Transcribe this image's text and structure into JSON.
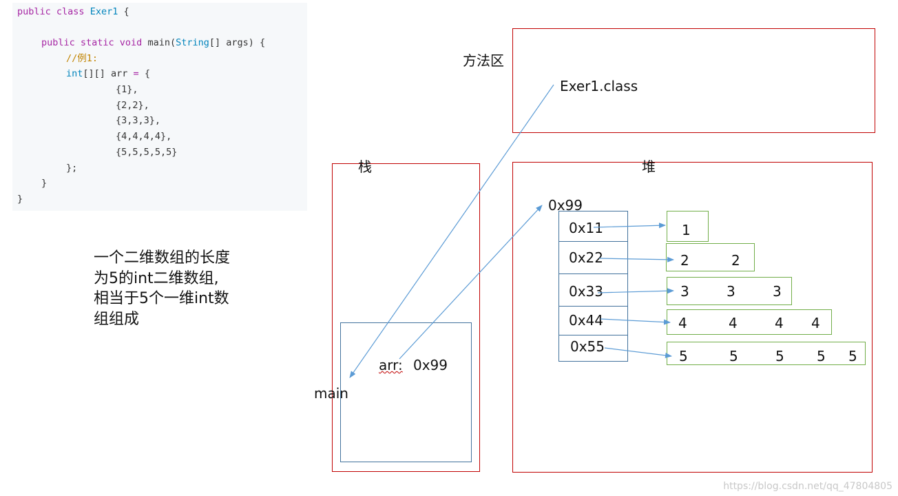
{
  "code": {
    "lines": [
      "public class Exer1 {",
      "",
      "    public static void main(String[] args) {",
      "        //例1:",
      "        int[][] arr = {",
      "                {1},",
      "                {2,2},",
      "                {3,3,3},",
      "                {4,4,4,4},",
      "                {5,5,5,5,5}",
      "        };",
      "    }",
      "}"
    ]
  },
  "note": {
    "lines": [
      "一个二维数组的长度",
      "为5的int二维数组,",
      "相当于5个一维int数",
      "组组成"
    ]
  },
  "method_area": {
    "label": "方法区",
    "class_name": "Exer1.class"
  },
  "stack": {
    "label": "栈",
    "frame_label": "main",
    "var_name": "arr:",
    "var_value": "0x99"
  },
  "heap": {
    "label": "堆",
    "outer_address": "0x99",
    "rows": [
      {
        "address": "0x11",
        "values": [
          "1"
        ]
      },
      {
        "address": "0x22",
        "values": [
          "2",
          "2"
        ]
      },
      {
        "address": "0x33",
        "values": [
          "3",
          "3",
          "3"
        ]
      },
      {
        "address": "0x44",
        "values": [
          "4",
          "4",
          "4",
          "4"
        ]
      },
      {
        "address": "0x55",
        "values": [
          "5",
          "5",
          "5",
          "5",
          "5"
        ]
      }
    ]
  },
  "watermark": "https://blog.csdn.net/qq_47804805",
  "colors": {
    "region_border": "#c00000",
    "pointer": "#41719c",
    "array_border": "#70ad47",
    "code_bg": "#f6f8fa"
  }
}
